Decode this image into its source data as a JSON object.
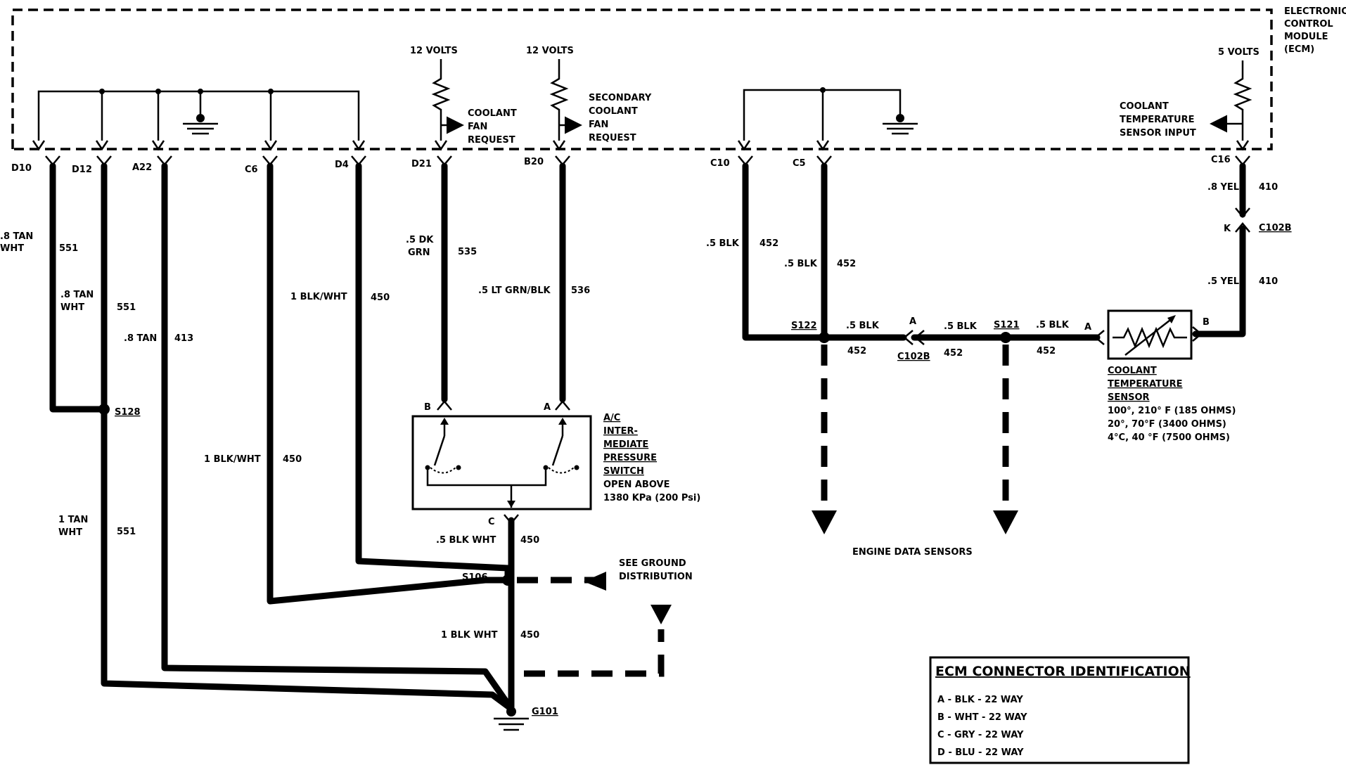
{
  "ecm": {
    "label_line1": "ELECTRONIC",
    "label_line2": "CONTROL",
    "label_line3": "MODULE",
    "label_line4": "(ECM)"
  },
  "supplies": {
    "v12_a": "12 VOLTS",
    "v12_b": "12 VOLTS",
    "v5": "5 VOLTS"
  },
  "signals": {
    "coolant_fan_request": [
      "COOLANT",
      "FAN",
      "REQUEST"
    ],
    "secondary_coolant_fan_request": [
      "SECONDARY",
      "COOLANT",
      "FAN",
      "REQUEST"
    ],
    "coolant_temp_sensor_input": [
      "COOLANT",
      "TEMPERATURE",
      "SENSOR INPUT"
    ]
  },
  "pins": {
    "D10": "D10",
    "D12": "D12",
    "A22": "A22",
    "C6": "C6",
    "D4": "D4",
    "D21": "D21",
    "B20": "B20",
    "C10": "C10",
    "C5": "C5",
    "C16": "C16"
  },
  "wires": {
    "d10_color": [
      ".8 TAN",
      "WHT"
    ],
    "d10_num": "551",
    "d12_color": [
      ".8 TAN",
      "WHT"
    ],
    "d12_num": "551",
    "a22_color": ".8 TAN",
    "a22_num": "413",
    "c6_color": "1 BLK/WHT",
    "c6_num": "450",
    "d4_color": "1 BLK/WHT",
    "d4_num": "450",
    "d21_color": [
      ".5 DK",
      "GRN"
    ],
    "d21_num": "535",
    "b20_color": ".5 LT GRN/BLK",
    "b20_num": "536",
    "c10_color": ".5 BLK",
    "c10_num": "452",
    "c5_color": ".5 BLK",
    "c5_num": "452",
    "c16_color": ".8 YEL",
    "c16_num": "410",
    "c16b_color": ".5 YEL",
    "c16b_num": "410",
    "s122_color": ".5 BLK",
    "s122_num": "452",
    "s121_left_color": ".5 BLK",
    "s121_left_num": "452",
    "s121_right_color": ".5 BLK",
    "s121_right_num": "452",
    "tan_bottom_color": [
      "1 TAN",
      "WHT"
    ],
    "tan_bottom_num": "551",
    "switch_c_color": ".5 BLK WHT",
    "switch_c_num": "450",
    "s106_bottom_color": "1 BLK WHT",
    "s106_bottom_num": "450"
  },
  "splices": {
    "s128": "S128",
    "s106": "S106",
    "s122": "S122",
    "s121": "S121",
    "g101": "G101"
  },
  "connectors": {
    "c102b_top": "C102B",
    "c102b_top_pin": "K",
    "c102b_mid": "C102B",
    "c102b_mid_pin": "A",
    "sensor_pin_a": "A",
    "sensor_pin_b": "B",
    "switch_pin_a": "A",
    "switch_pin_b": "B",
    "switch_pin_c": "C"
  },
  "ac_switch": {
    "title": [
      "A/C",
      "INTER-",
      "MEDIATE",
      "PRESSURE",
      "SWITCH"
    ],
    "note": [
      "OPEN ABOVE",
      "1380 KPa (200 Psi)"
    ]
  },
  "coolant_sensor": {
    "title": [
      "COOLANT",
      "TEMPERATURE",
      "SENSOR"
    ],
    "specs": [
      "100°, 210° F (185 OHMS)",
      "20°, 70°F (3400 OHMS)",
      "4°C, 40 °F (7500 OHMS)"
    ]
  },
  "see_ground": [
    "SEE GROUND",
    "DISTRIBUTION"
  ],
  "engine_data": "ENGINE DATA SENSORS",
  "ecm_connector_id": {
    "title": "ECM CONNECTOR IDENTIFICATION",
    "rows": [
      "A - BLK - 22 WAY",
      "B - WHT - 22 WAY",
      "C - GRY - 22 WAY",
      "D - BLU - 22 WAY"
    ]
  }
}
